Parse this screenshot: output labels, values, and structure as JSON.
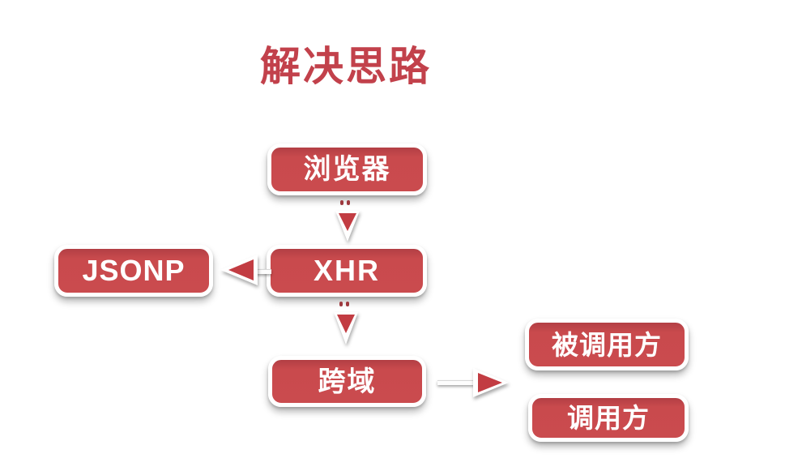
{
  "page": {
    "title": "解决思路"
  },
  "colors": {
    "title_red": "#c2414b",
    "node_fill": "#c94a4d",
    "node_border": "#ffffff",
    "node_text": "#ffffff",
    "arrow_fill": "#c23c42",
    "background": "#ffffff"
  },
  "nodes": [
    {
      "id": "browser",
      "label": "浏览器"
    },
    {
      "id": "jsonp",
      "label": "JSONP"
    },
    {
      "id": "xhr",
      "label": "XHR"
    },
    {
      "id": "cross-domain",
      "label": "跨域"
    },
    {
      "id": "callee",
      "label": "被调用方"
    },
    {
      "id": "caller",
      "label": "调用方"
    }
  ],
  "edges": [
    {
      "from": "浏览器",
      "to": "XHR",
      "direction": "down"
    },
    {
      "from": "XHR",
      "to": "JSONP",
      "direction": "left"
    },
    {
      "from": "XHR",
      "to": "跨域",
      "direction": "down"
    },
    {
      "from": "跨域",
      "to": "被调用方 / 调用方",
      "direction": "right"
    }
  ]
}
